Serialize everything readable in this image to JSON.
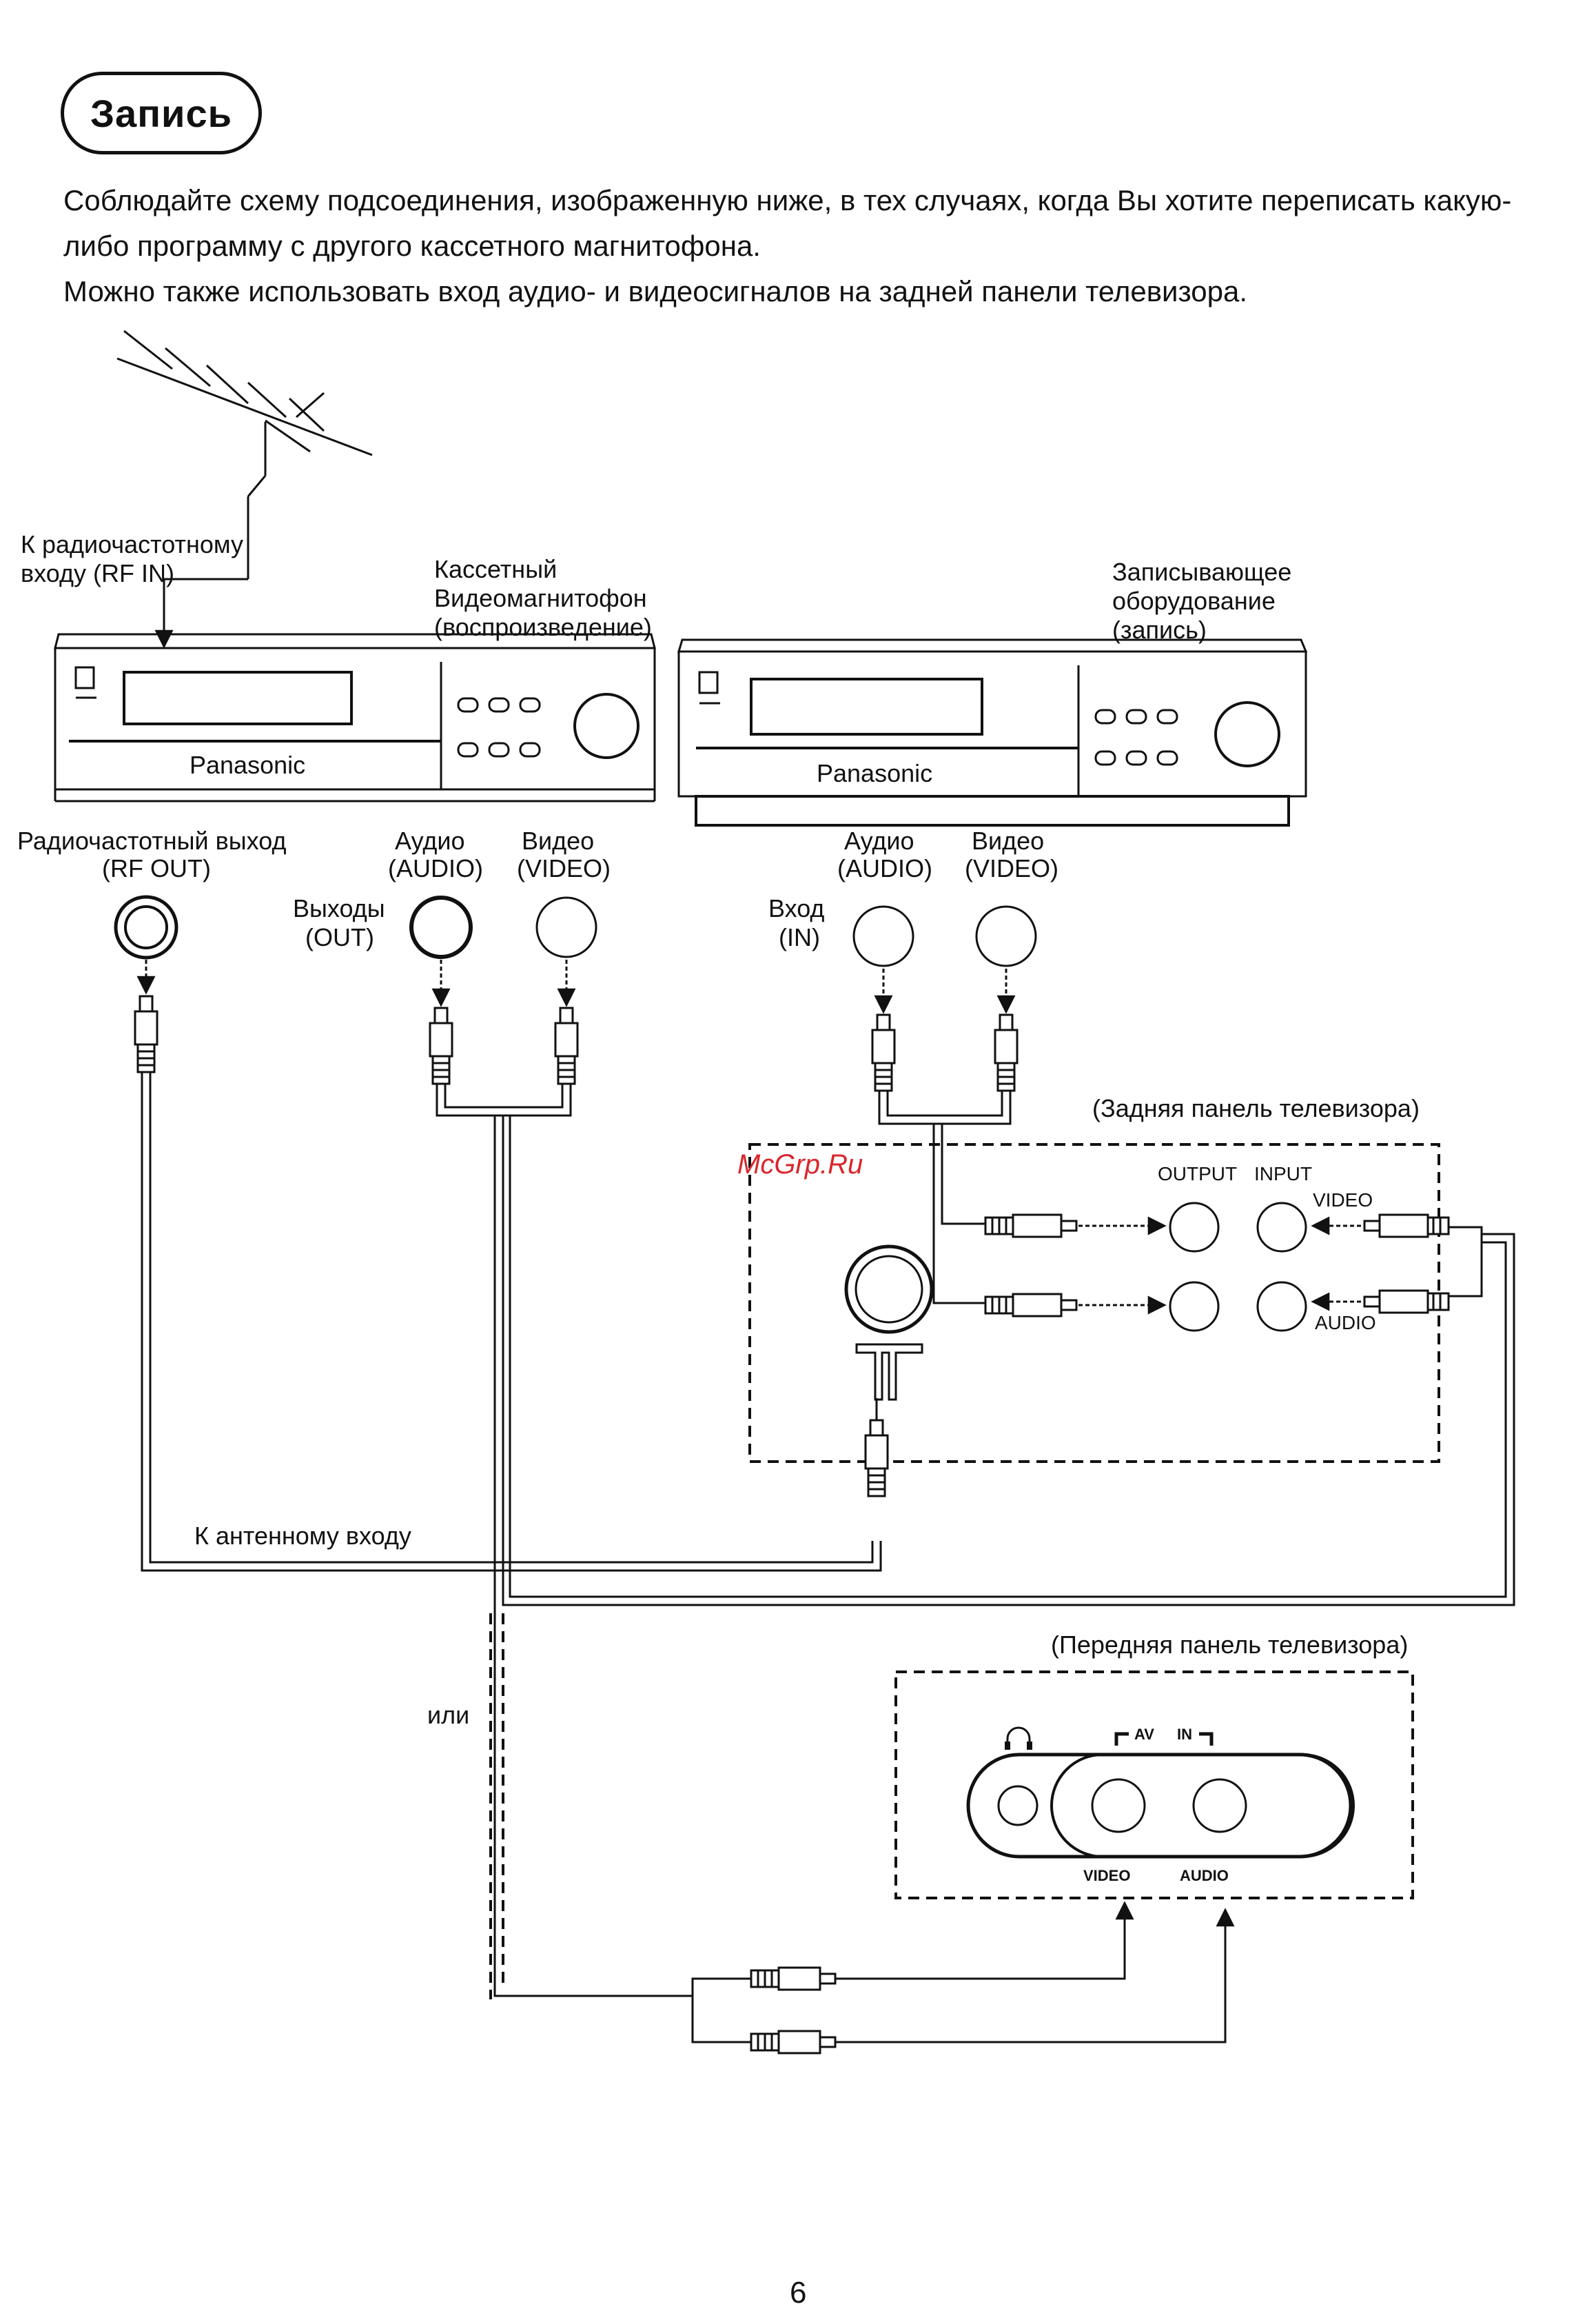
{
  "heading": "Запись",
  "intro": {
    "line1": "Соблюдайте схему подсоединения, изображенную ниже, в тех случаях, когда Вы хотите переписать какую-",
    "line2": "либо программу с другого кассетного магнитофона.",
    "line3": "Можно также использовать вход аудио- и видеосигналов на задней панели телевизора."
  },
  "labels": {
    "rf_in_1": "К радиочастотному",
    "rf_in_2": "входу (RF IN)",
    "vcr_play_1": "Кассетный",
    "vcr_play_2": "Видеомагнитофон",
    "vcr_play_3": "(воспроизведение)",
    "vcr_rec_1": "Записывающее",
    "vcr_rec_2": "оборудование",
    "vcr_rec_3": "(запись)",
    "brand": "Panasonic",
    "rf_out_1": "Радиочастотный выход",
    "rf_out_2": "(RF OUT)",
    "audio_1": "Аудио",
    "audio_2": "(AUDIO)",
    "video_1": "Видео",
    "video_2": "(VIDEO)",
    "outputs_1": "Выходы",
    "outputs_2": "(OUT)",
    "input_1": "Вход",
    "input_2": "(IN)",
    "tv_rear": "(Задняя панель телевизора)",
    "output": "OUTPUT",
    "input": "INPUT",
    "video_en": "VIDEO",
    "audio_en": "AUDIO",
    "antenna_in": "К антенному входу",
    "or": "или",
    "tv_front": "(Передняя панель телевизора)",
    "av": "AV",
    "in": "IN",
    "video_caps": "VIDEO",
    "audio_caps": "AUDIO"
  },
  "watermark": "McGrp.Ru",
  "page_number": "6"
}
